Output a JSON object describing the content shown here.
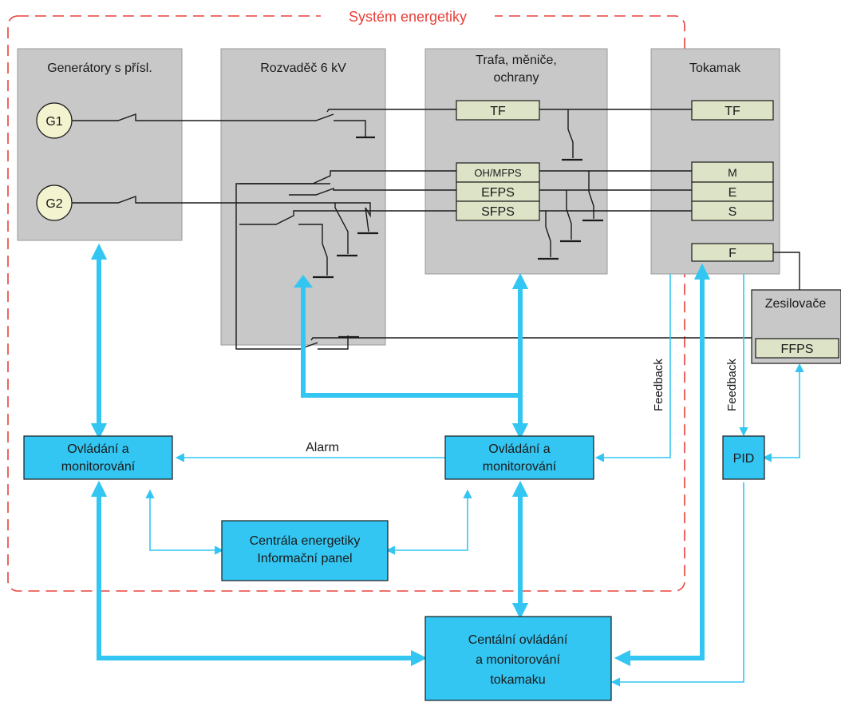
{
  "system_title": "Systém energetiky",
  "boxes": {
    "generators": "Generátory s přísl.",
    "switchgear": "Rozvaděč 6 kV",
    "transformers_line1": "Trafa, měniče,",
    "transformers_line2": "ochrany",
    "tokamak": "Tokamak",
    "amplifiers": "Zesilovače"
  },
  "generators": [
    "G1",
    "G2"
  ],
  "power_supplies": {
    "tf": "TF",
    "oh": "OH/MFPS",
    "efps": "EFPS",
    "sfps": "SFPS",
    "ffps": "FFPS"
  },
  "tokamak_coils": {
    "tf": "TF",
    "m": "M",
    "e": "E",
    "s": "S",
    "f": "F"
  },
  "control": {
    "left_line1": "Ovládání a",
    "left_line2": "monitorování",
    "right_line1": "Ovládání a",
    "right_line2": "monitorování",
    "central_line1": "Centrála energetiky",
    "central_line2": "Informační panel",
    "pid": "PID",
    "main_line1": "Centální ovládání",
    "main_line2": "a monitorování",
    "main_line3": "tokamaku"
  },
  "labels": {
    "alarm": "Alarm",
    "feedback1": "Feedback",
    "feedback2": "Feedback"
  },
  "colors": {
    "accent_blue": "#33c6f2",
    "dash_red": "#e8403a",
    "panel_gray": "#c8c8c8",
    "supply_fill": "#dde3c6"
  }
}
